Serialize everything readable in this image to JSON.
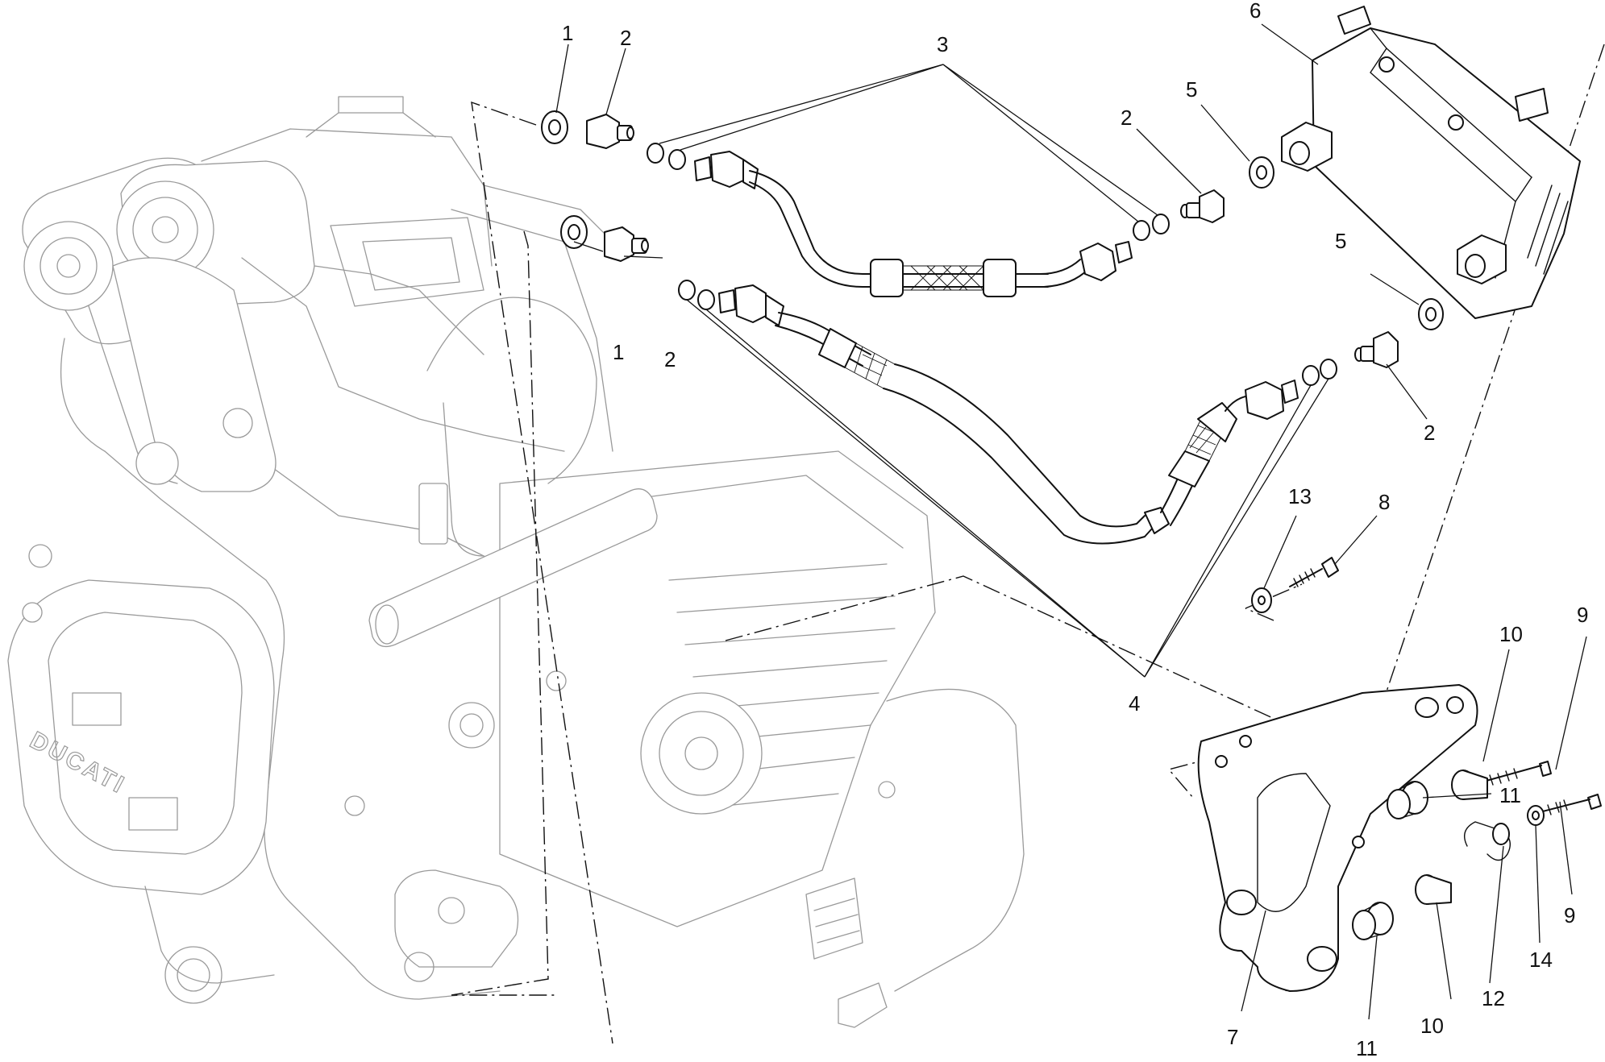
{
  "diagram": {
    "brand_mark": "DUCATI",
    "callouts": [
      {
        "id": "c1a",
        "text": "1"
      },
      {
        "id": "c2a",
        "text": "2"
      },
      {
        "id": "c3",
        "text": "3"
      },
      {
        "id": "c6",
        "text": "6"
      },
      {
        "id": "c5a",
        "text": "5"
      },
      {
        "id": "c2b",
        "text": "2"
      },
      {
        "id": "c1b",
        "text": "1"
      },
      {
        "id": "c2c",
        "text": "2"
      },
      {
        "id": "c5b",
        "text": "5"
      },
      {
        "id": "c2d",
        "text": "2"
      },
      {
        "id": "c13",
        "text": "13"
      },
      {
        "id": "c8",
        "text": "8"
      },
      {
        "id": "c4",
        "text": "4"
      },
      {
        "id": "c10a",
        "text": "10"
      },
      {
        "id": "c9a",
        "text": "9"
      },
      {
        "id": "c11a",
        "text": "11"
      },
      {
        "id": "c9b",
        "text": "9"
      },
      {
        "id": "c14",
        "text": "14"
      },
      {
        "id": "c12",
        "text": "12"
      },
      {
        "id": "c10b",
        "text": "10"
      },
      {
        "id": "c11b",
        "text": "11"
      },
      {
        "id": "c7",
        "text": "7"
      }
    ]
  }
}
